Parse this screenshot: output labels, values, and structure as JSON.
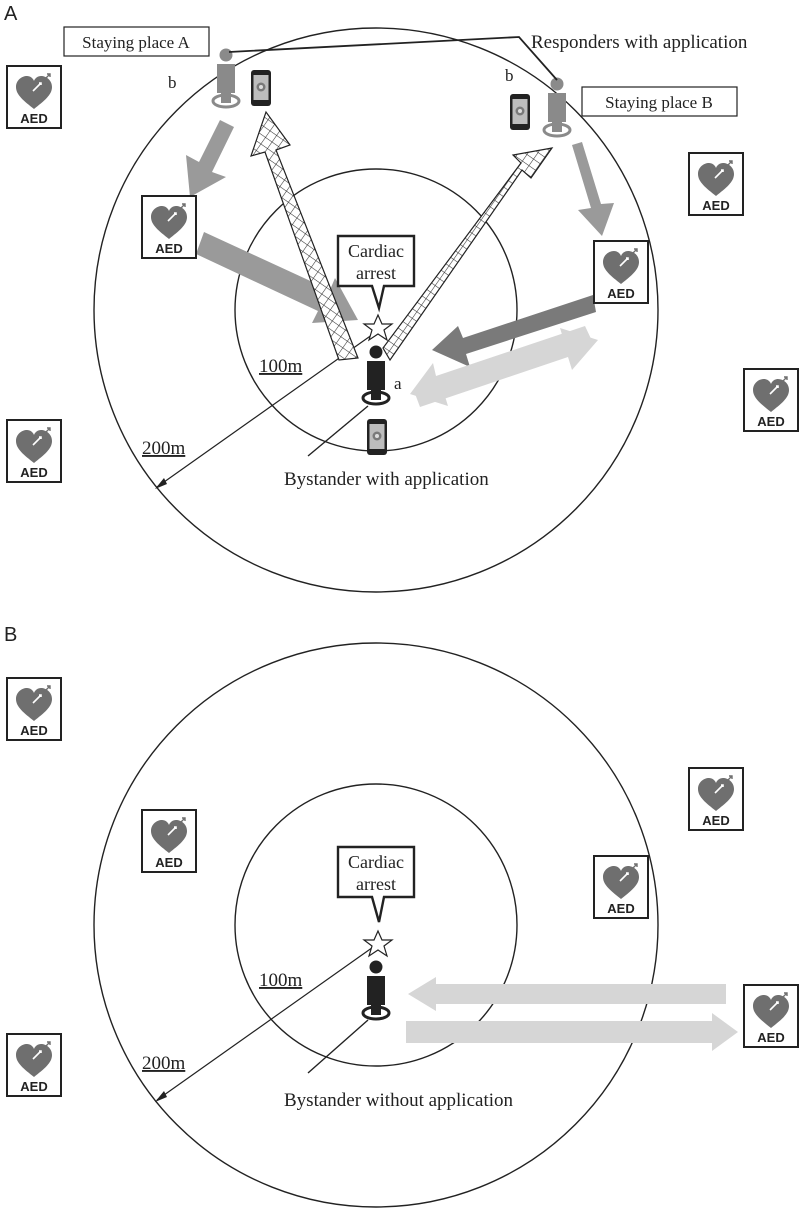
{
  "panels": {
    "a": {
      "label": "A",
      "cardiac_arrest_line1": "Cardiac",
      "cardiac_arrest_line2": "arrest",
      "radius_inner": "100m",
      "radius_outer": "200m",
      "bystander_caption": "Bystander with application",
      "responders_caption": "Responders with application",
      "staying_place_a": "Staying place A",
      "staying_place_b": "Staying place B",
      "bystander_tag": "a",
      "responder_a_tag": "b",
      "responder_b_tag": "b"
    },
    "b": {
      "label": "B",
      "cardiac_arrest_line1": "Cardiac",
      "cardiac_arrest_line2": "arrest",
      "radius_inner": "100m",
      "radius_outer": "200m",
      "bystander_caption": "Bystander without application"
    }
  },
  "aed_label": "AED",
  "colors": {
    "aed_heart": "#6f6f6f",
    "responder_arrow": "#9a9a9a",
    "aed_return_arrow": "#7a7a7a",
    "bystander_arrow": "#d6d6d6",
    "person_dark": "#222222",
    "person_light": "#8a8a8a"
  },
  "icons": [
    "aed-icon",
    "person-icon",
    "smartphone-icon",
    "star-icon"
  ]
}
